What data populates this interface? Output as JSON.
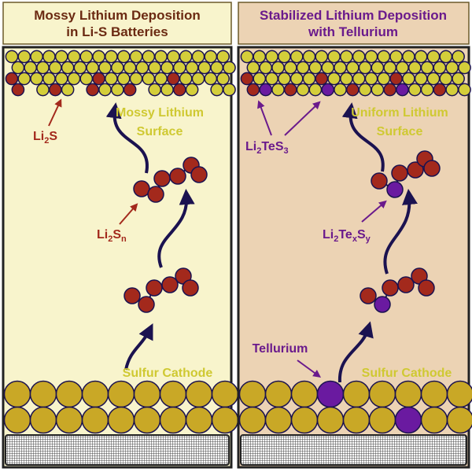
{
  "colors": {
    "left_bg": "#f8f4cc",
    "right_bg": "#ecd3b4",
    "title_text_left": "#6b2a12",
    "title_text_right": "#6a1a8c",
    "lithium": "#d4ce3a",
    "sulfur": "#c9a826",
    "polysulfide": "#a3291c",
    "tellurium": "#6a1aa0",
    "arrow": "#1b1250",
    "surface_label": "#cfc932",
    "red_label": "#a3291c",
    "purple_label": "#6a1a8c"
  },
  "left_panel": {
    "title_line1": "Mossy Lithium Deposition",
    "title_line2": "in Li-S Batteries",
    "surface_line1": "Mossy Lithium",
    "surface_line2": "Surface",
    "cathode": "Sulfur Cathode",
    "li2s": {
      "main": "Li",
      "sub1": "2",
      "mid": "S"
    },
    "li2sn": {
      "main": "Li",
      "sub1": "2",
      "mid": "S",
      "sub2": "n"
    }
  },
  "right_panel": {
    "title_line1": "Stabilized Lithium Deposition",
    "title_line2": "with Tellurium",
    "surface_line1": "Uniform Lithium",
    "surface_line2": "Surface",
    "cathode": "Sulfur Cathode",
    "tellurium": "Tellurium",
    "li2tes3": {
      "main": "Li",
      "sub1": "2",
      "mid": "TeS",
      "sub2": "3"
    },
    "li2texsy": {
      "main": "Li",
      "sub1": "2",
      "mid": "Te",
      "sub2": "x",
      "mid2": "S",
      "sub3": "y"
    }
  }
}
